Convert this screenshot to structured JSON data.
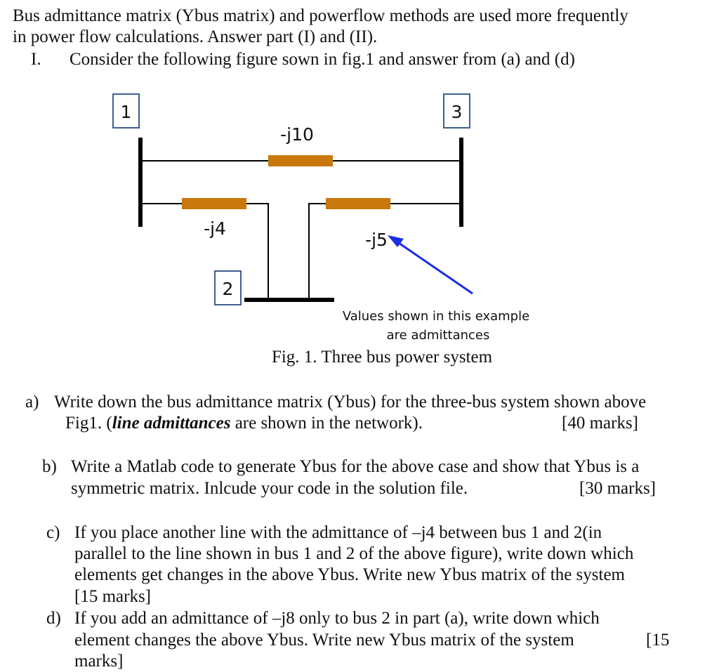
{
  "intro": {
    "line1": "Bus admittance matrix (Ybus matrix) and powerflow methods are used more frequently",
    "line2": "in power flow calculations. Answer part (I) and (II).",
    "part_num": "I.",
    "part_text": "Consider the following figure sown in fig.1 and answer from (a) and (d)"
  },
  "figure": {
    "bus_labels": [
      "1",
      "2",
      "3"
    ],
    "admittances": {
      "y13": "-j10",
      "y12": "-j4",
      "y23": "-j5"
    },
    "note_line1": "Values shown in this example",
    "note_line2": "are admittances",
    "caption": "Fig. 1. Three bus power system",
    "colors": {
      "line": "#000000",
      "admittance_block": "#c8780a",
      "arrow": "#1a2ee6",
      "label_border": "#3f5f8f"
    }
  },
  "questions": {
    "a": {
      "label": "a)",
      "line1": "Write down the bus admittance matrix (Ybus) for the three-bus system shown above",
      "line2_pre": "Fig1. (",
      "line2_emph": "line admittances",
      "line2_post": " are shown in the network).",
      "marks": "[40 marks]"
    },
    "b": {
      "label": "b)",
      "line1": "Write a Matlab code to generate Ybus for the above case and show that Ybus is a",
      "line2": "symmetric matrix. Inlcude your code in the solution file.",
      "marks": "[30 marks]"
    },
    "c": {
      "label": "c)",
      "line1": "If you place another line with the admittance of –j4 between bus 1 and 2(in",
      "line2": "parallel to the line shown in bus 1 and 2 of the above figure), write down which",
      "line3": "elements get changes in the above Ybus. Write new Ybus matrix   of the system",
      "line4": "[15 marks]"
    },
    "d": {
      "label": "d)",
      "line1": "If you add an admittance of –j8 only to bus 2 in part (a), write down which",
      "line2": "element changes the above Ybus. Write new Ybus matrix of the system",
      "line2_marks": "[15",
      "line3": "marks]"
    }
  }
}
